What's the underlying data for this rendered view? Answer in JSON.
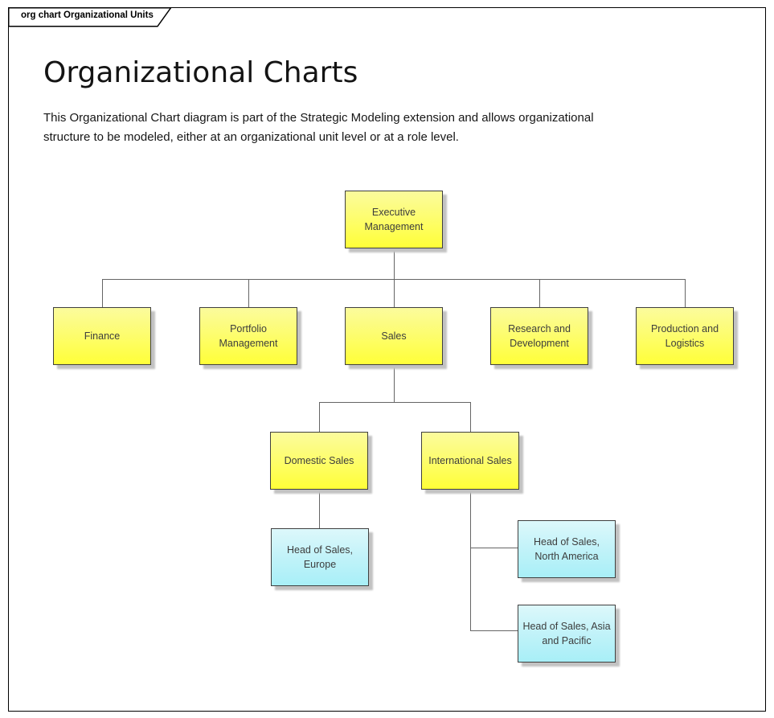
{
  "frame": {
    "tab_label": "org chart Organizational Units"
  },
  "header": {
    "title": "Organizational Charts",
    "description": "This Organizational Chart diagram is part of the Strategic Modeling extension and allows organizational structure to be modeled, either at an organizational unit level or at a role level."
  },
  "colors": {
    "unit_fill_top": "#fbfb9d",
    "unit_fill_bottom": "#ffff38",
    "role_fill_top": "#ddf8fb",
    "role_fill_bottom": "#a8eff7",
    "node_border": "#3f3f3f",
    "node_text": "#3d3d3d",
    "shadow": "#c2c2c2",
    "connector": "#656565",
    "frame_border": "#000000"
  },
  "org_chart": {
    "nodes": [
      {
        "label": "Executive Management",
        "type": "unit",
        "reports_to": null
      },
      {
        "label": "Finance",
        "type": "unit",
        "reports_to": "Executive Management"
      },
      {
        "label": "Portfolio Management",
        "type": "unit",
        "reports_to": "Executive Management"
      },
      {
        "label": "Sales",
        "type": "unit",
        "reports_to": "Executive Management"
      },
      {
        "label": "Research and Development",
        "type": "unit",
        "reports_to": "Executive Management"
      },
      {
        "label": "Production and Logistics",
        "type": "unit",
        "reports_to": "Executive Management"
      },
      {
        "label": "Domestic Sales",
        "type": "unit",
        "reports_to": "Sales"
      },
      {
        "label": "International Sales",
        "type": "unit",
        "reports_to": "Sales"
      },
      {
        "label": "Head of Sales, Europe",
        "type": "role",
        "reports_to": "Domestic Sales"
      },
      {
        "label": "Head of Sales, North America",
        "type": "role",
        "reports_to": "International Sales"
      },
      {
        "label": "Head of Sales, Asia and Pacific",
        "type": "role",
        "reports_to": "International Sales"
      }
    ]
  }
}
